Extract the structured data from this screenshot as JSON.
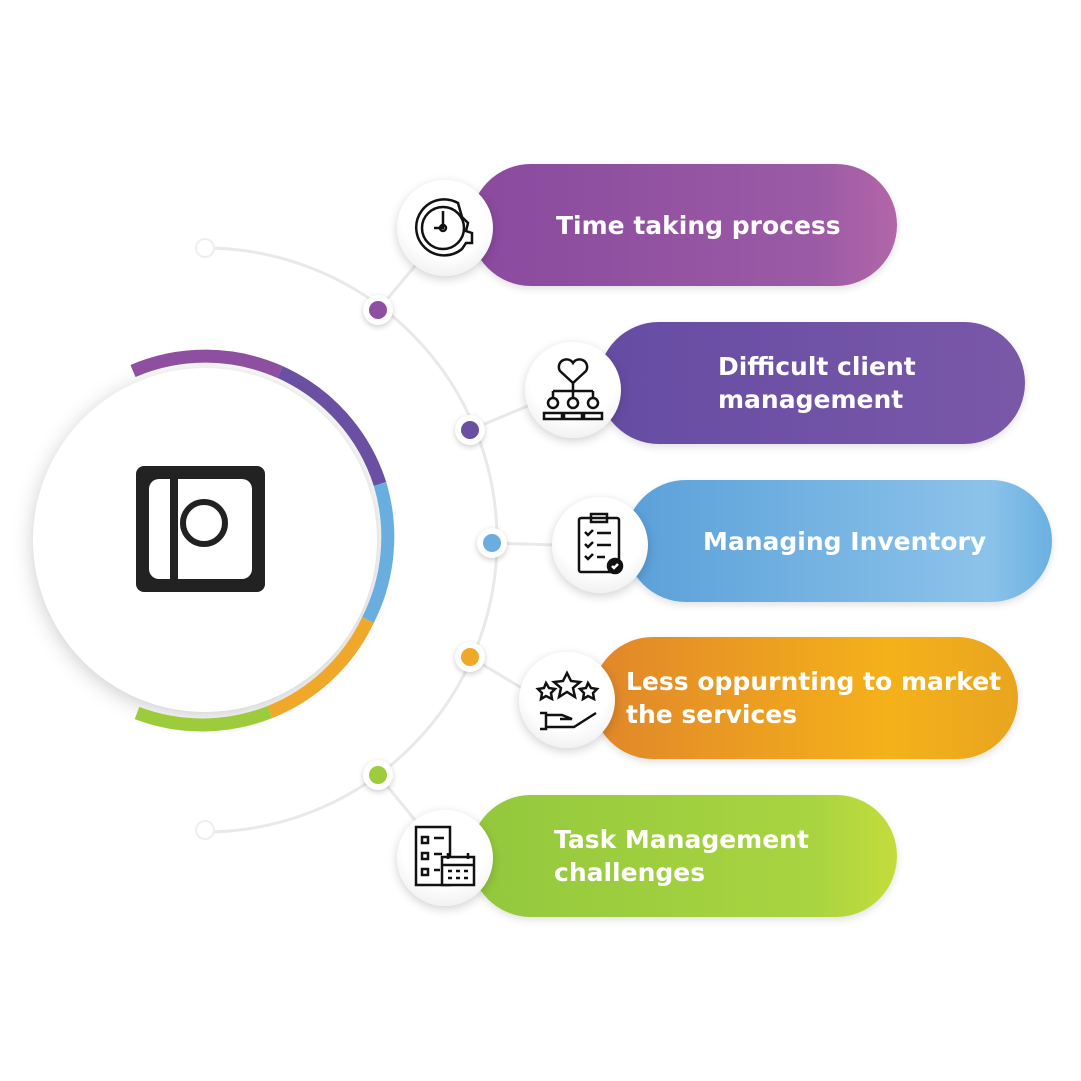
{
  "logo": {
    "letter": "b"
  },
  "items": [
    {
      "label": "Time taking process",
      "icon": "clock-gear-icon",
      "color": "#8e4fa0"
    },
    {
      "label": "Difficult client management",
      "icon": "client-handshake-icon",
      "color": "#6a4fa3"
    },
    {
      "label": "Managing Inventory",
      "icon": "clipboard-checklist-icon",
      "color": "#5ea6dc"
    },
    {
      "label": "Less oppurnting to market the services",
      "icon": "stars-hand-icon",
      "color": "#eb9d1f"
    },
    {
      "label": "Task Management challenges",
      "icon": "task-calendar-icon",
      "color": "#9ccb3b"
    }
  ]
}
